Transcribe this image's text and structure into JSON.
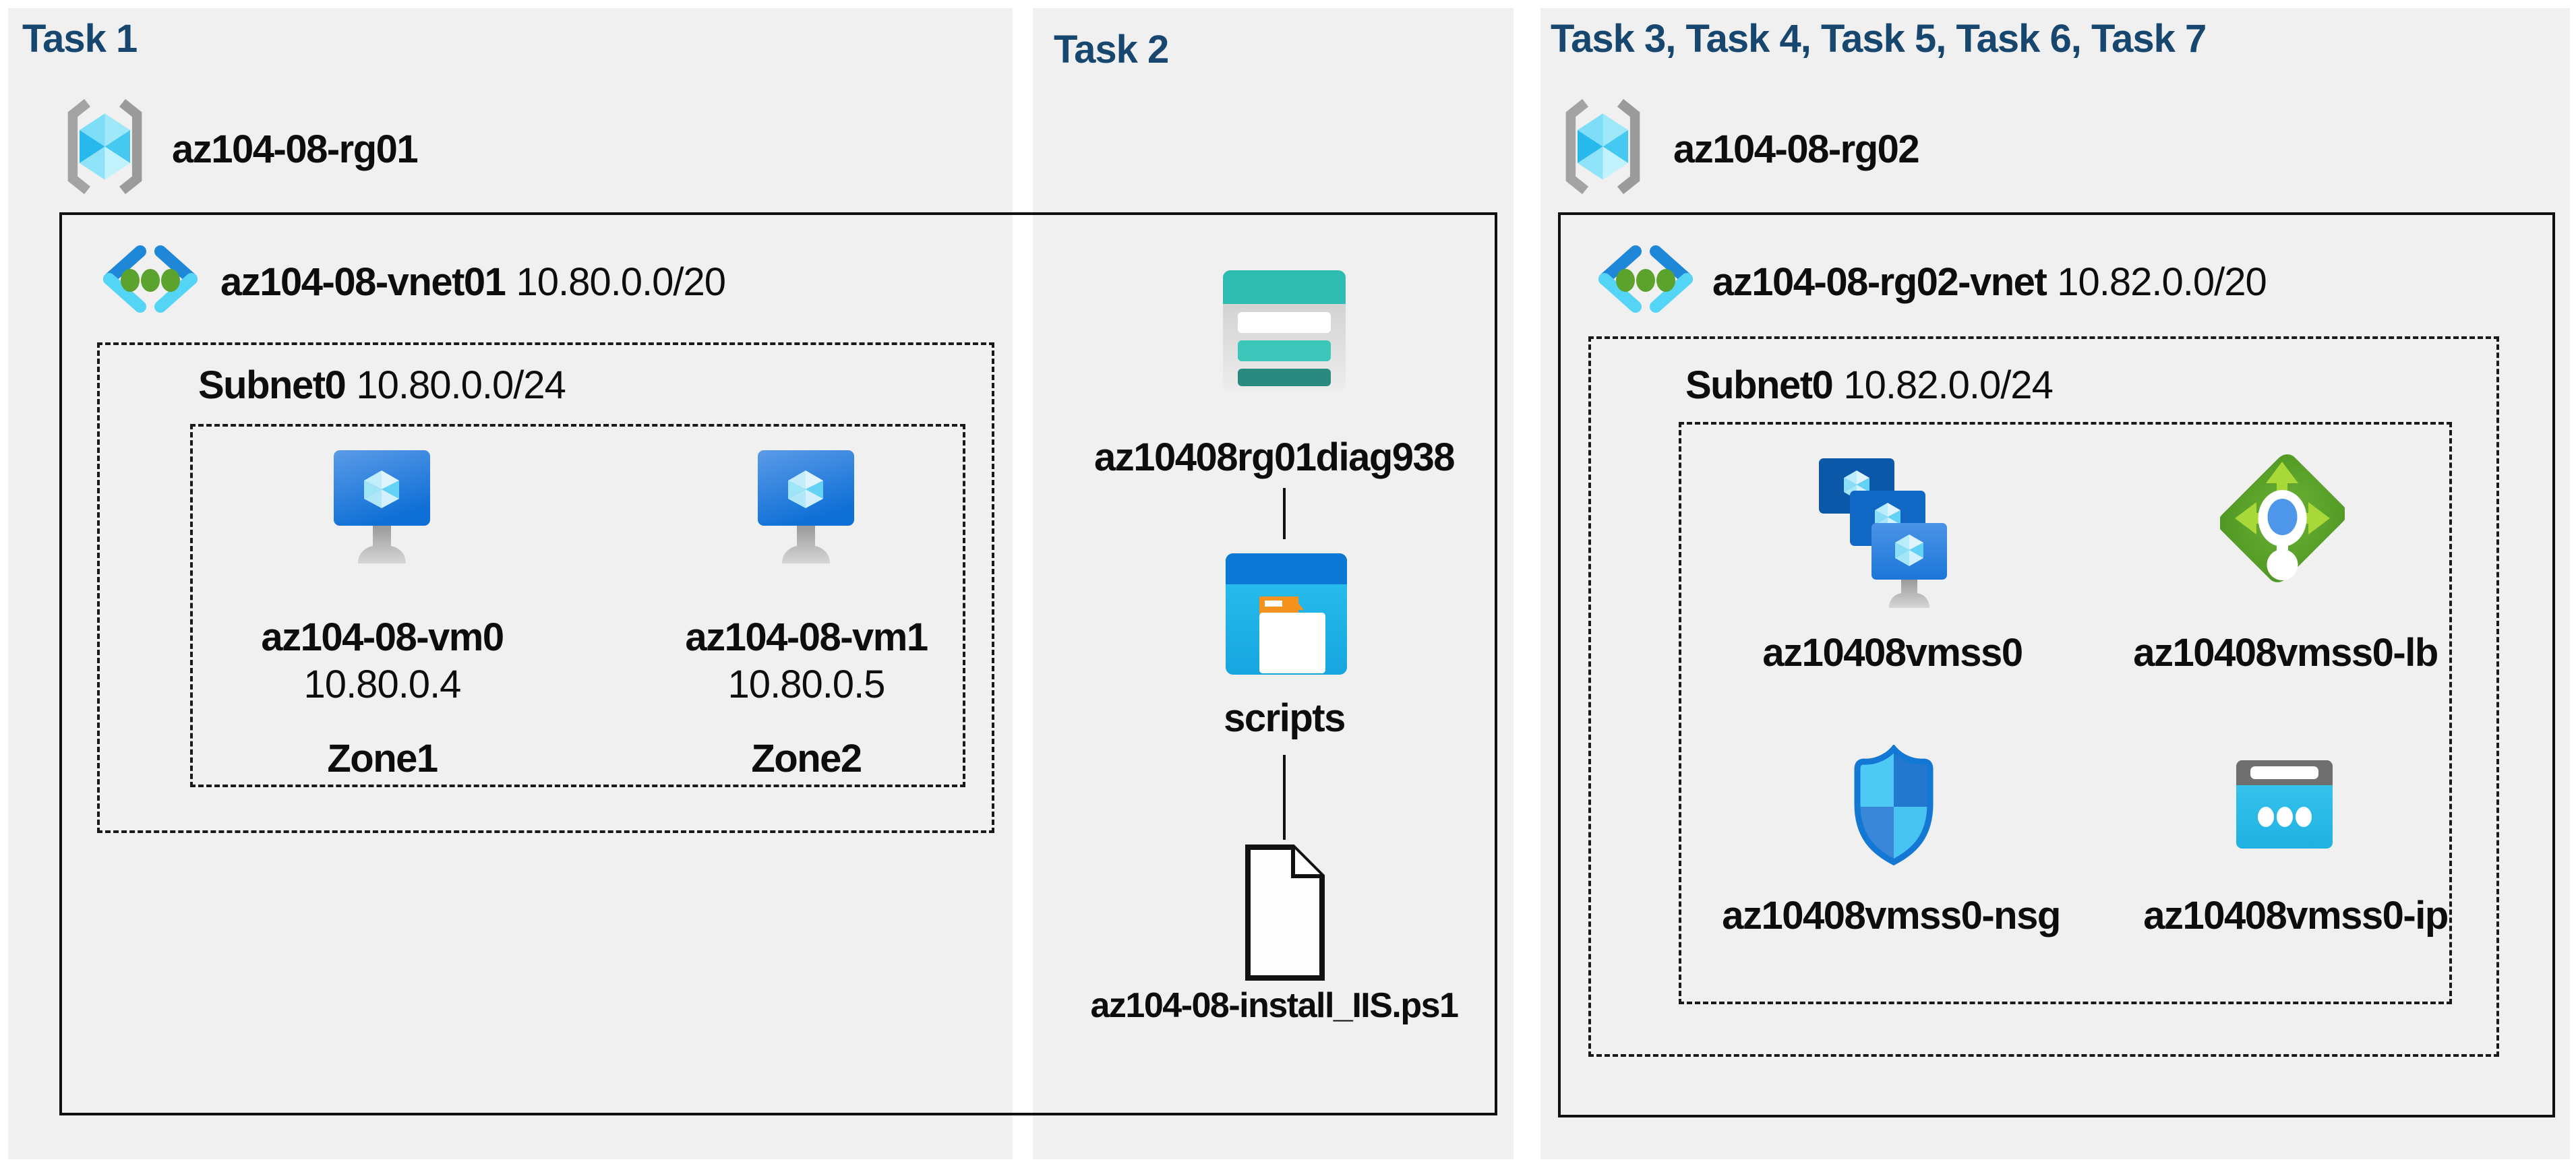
{
  "colors": {
    "panel_bg": "#f0f0f0",
    "title_navy": "#17476f",
    "text_black": "#0d0d0d",
    "vm_blue_top": "#5b9be8",
    "vm_blue_bottom": "#0e6fd6",
    "vnet_blue": "#1f87d8",
    "vnet_cyan": "#55d5f6",
    "vnet_green": "#5ba32c",
    "storage_teal": "#2fbdb1",
    "storage_teal_dark": "#2a8a80",
    "container_blue": "#0a78d4",
    "container_cyan": "#28c2ee",
    "folder_orange": "#f5921e",
    "lb_green": "#5ca82b",
    "lb_arrow_green": "#a9d939",
    "nsg_blue": "#1377d4",
    "ip_cyan": "#2fc0ea",
    "ip_gray": "#6f6f6f"
  },
  "panel1": {
    "title": "Task 1",
    "rg": {
      "name": "az104-08-rg01"
    },
    "vnet": {
      "name": "az104-08-vnet01",
      "cidr": "10.80.0.0/20"
    },
    "subnet": {
      "name": "Subnet0",
      "cidr": "10.80.0.0/24"
    },
    "vms": [
      {
        "name": "az104-08-vm0",
        "ip": "10.80.0.4",
        "zone": "Zone1"
      },
      {
        "name": "az104-08-vm1",
        "ip": "10.80.0.5",
        "zone": "Zone2"
      }
    ]
  },
  "panel2": {
    "title": "Task 2",
    "storage_label": "az10408rg01diag938",
    "container_label": "scripts",
    "file_label": "az104-08-install_IIS.ps1"
  },
  "panel3": {
    "title": "Task 3, Task 4, Task 5, Task 6, Task 7",
    "rg": {
      "name": "az104-08-rg02"
    },
    "vnet": {
      "name": "az104-08-rg02-vnet",
      "cidr": "10.82.0.0/20"
    },
    "subnet": {
      "name": "Subnet0",
      "cidr": "10.82.0.0/24"
    },
    "items": [
      {
        "label": "az10408vmss0"
      },
      {
        "label": "az10408vmss0-lb"
      },
      {
        "label": "az10408vmss0-nsg"
      },
      {
        "label": "az10408vmss0-ip"
      }
    ]
  }
}
